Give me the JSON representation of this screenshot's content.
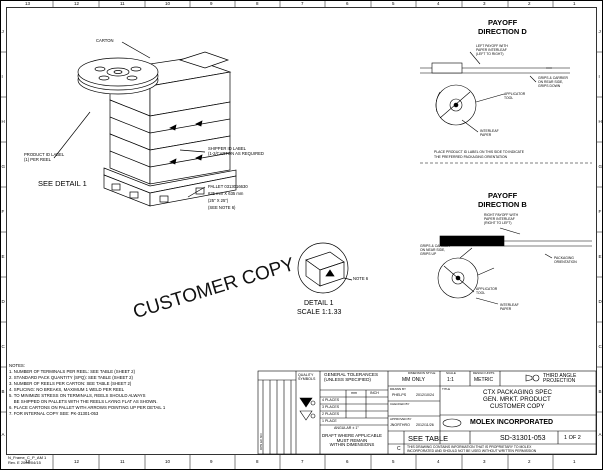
{
  "grid": {
    "cols": [
      "13",
      "12",
      "11",
      "10",
      "9",
      "8",
      "7",
      "6",
      "5",
      "4",
      "3",
      "2",
      "1"
    ],
    "rows": [
      "J",
      "I",
      "H",
      "G",
      "F",
      "E",
      "D",
      "C",
      "B",
      "A"
    ]
  },
  "labels": {
    "carton": "CARTON",
    "product_id": "PRODUCT ID LABEL\n(1) PER REEL",
    "see_detail": "SEE DETAIL 1",
    "shipper": "SHIPPER ID LABEL\n(1-2/CARTON AS REQUIRED",
    "pallet_1": "PALLET 0313016630",
    "pallet_2": "635 mm X 635 mm",
    "pallet_3": "(25\" X 25\")",
    "pallet_4": "(SEE NOTE 6)",
    "watermark": "CUSTOMER COPY",
    "note6": "NOTE 6",
    "detail1": "DETAIL 1",
    "scale": "SCALE 1:1.33"
  },
  "payoff_d": {
    "title1": "PAYOFF",
    "title2": "DIRECTION D",
    "left_payoff": "LEFT PAYOFF WITH\nPAPER INTERLEAF\n(LEFT TO RIGHT)",
    "grips": "GRIPS & CARRIER\nON REAR SIDE,\nGRIPS DOWN",
    "applicator": "APPLICATOR\nTOOL",
    "interleaf": "INTERLEAF\nPAPER"
  },
  "place_note": "PLACE PRODUCT ID LABEL ON THIS SIDE TO INDICATE\nTHE PREFERRED PACKAGING ORIENTATION",
  "payoff_b": {
    "title1": "PAYOFF",
    "title2": "DIRECTION B",
    "right_payoff": "RIGHT PAYOFF WITH\nPAPER INTERLEAF\n(RIGHT TO LEFT)",
    "grips": "GRIPS & CARRIER\nON NEAR SIDE,\nGRIPS UP",
    "packaging": "PACKAGING\nORIENTATION",
    "applicator": "APPLICATOR\nTOOL",
    "interleaf": "INTERLEAF\nPAPER"
  },
  "notes": {
    "heading": "NOTES:",
    "items": [
      "1. NUMBER OF TERMINALS PER REEL: SEE TABLE (SHEET 2)",
      "2. STANDARD PACK QUANTITY (SPQ): SEE TABLE (SHEET 2)",
      "3. NUMBER OF REELS PER CARTON: SEE TABLE (SHEET 2)",
      "4. SPLICING: NO BREAKS, MAXIMUM 1 WELD PER REEL",
      "5. TO MINIMIZE STRESS ON TERMINALS, REELS SHOULD ALWAYS",
      "    BE SHIPPED ON PALLETS WITH THE REELS LAYING FLAT AS SHOWN.",
      "6. PLACE CARTONS ON PALLET WITH ARROWS POINTING UP PER DETAIL 1",
      "7. FOR INTERNAL COPY SEE: PK-31301-053"
    ]
  },
  "title_block": {
    "quality": "QUALITY\nSYMBOLS",
    "general_tol": "GENERAL TOLERANCES\n(UNLESS SPECIFIED)",
    "mm": "mm",
    "inch": "INCH",
    "places": [
      "4 PLACES",
      "3 PLACES",
      "2 PLACES",
      "1 PLACE"
    ],
    "angular": "ANGULAR ± 1°",
    "draft": "DRAFT WHERE APPLICABLE\nMUST REMAIN\nWITHIN DIMENSIONS",
    "dim_style": "DIMENSION STYLE",
    "mm_only": "MM ONLY",
    "scale_lbl": "SCALE",
    "scale_val": "1:1",
    "design_units": "DESIGN UNITS",
    "metric": "METRIC",
    "third_angle": "THIRD ANGLE\nPROJECTION",
    "drawn_by": "DRAWN BY",
    "drawn_name": "PHELPS",
    "drawn_date": "2012/10/24",
    "checked_by": "CHECKED BY",
    "approved_by": "APPROVED BY",
    "approved_name": "JNORTHRO",
    "approved_date": "2012/11/26",
    "title_lbl": "TITLE",
    "title_1": "CTX PACKAGING SPEC",
    "title_2": "GEN. MRKT. PRODUCT",
    "title_3": "CUSTOMER COPY",
    "company": "MOLEX INCORPORATED",
    "see_table": "SEE TABLE",
    "doc_no": "SD-31301-053",
    "sheet": "1 OF 2",
    "size": "C",
    "prop_1": "THIS DRAWING CONTAINS INFORMATION THAT IS PROPRIETARY TO MOLEX",
    "prop_2": "INCORPORATED AND SHOULD NOT BE USED WITHOUT WRITTEN PERMISSION",
    "rev_strip": "DPN EC NO",
    "footer": "N_Frame_C_P_AM 1\nRev. E 2006/04/15"
  }
}
